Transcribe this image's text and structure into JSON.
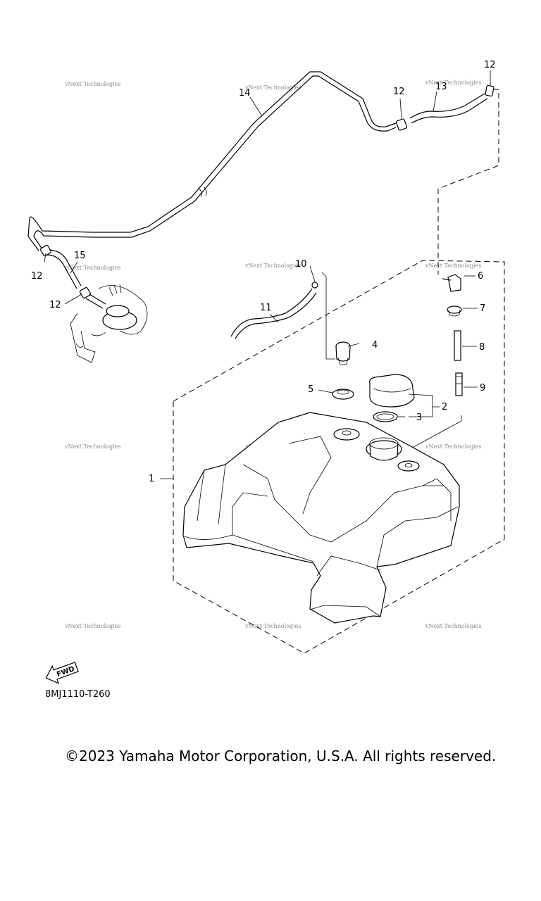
{
  "diagram": {
    "callouts": [
      "1",
      "2",
      "3",
      "4",
      "5",
      "6",
      "7",
      "8",
      "9",
      "10",
      "11",
      "12",
      "12",
      "12",
      "12",
      "13",
      "14",
      "15"
    ],
    "watermark": "vNext Technologies",
    "fwd_label": "FWD",
    "part_code": "8MJ1110-T260"
  },
  "footer": {
    "copyright": "©2023 Yamaha Motor Corporation, U.S.A. All rights reserved."
  }
}
